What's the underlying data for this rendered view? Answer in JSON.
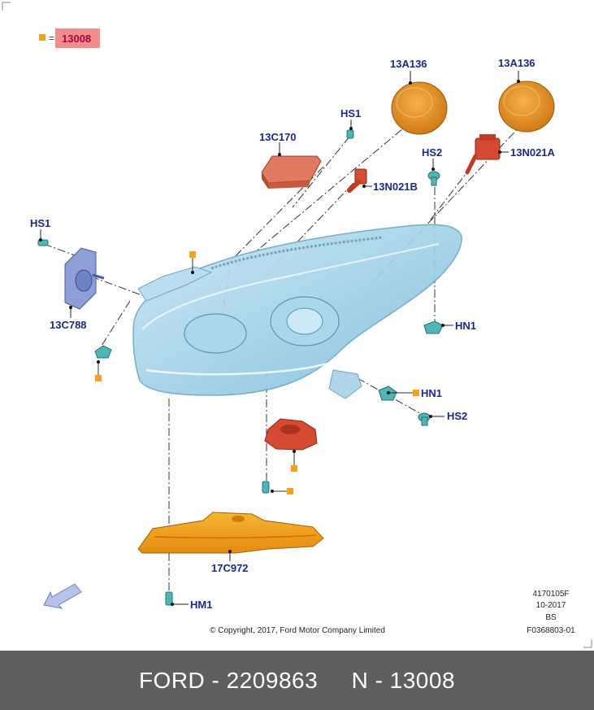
{
  "legend": {
    "equals": "=",
    "value": "13008"
  },
  "callouts": {
    "hs1_top": "HS1",
    "c13c170": "13C170",
    "a136_left": "13A136",
    "a136_right": "13A136",
    "hs2_top": "HS2",
    "n021a": "13N021A",
    "n021b": "13N021B",
    "hs1_left": "HS1",
    "c13c788": "13C788",
    "hn1_right": "HN1",
    "hn1_lower": "HN1",
    "hs2_lower": "HS2",
    "c17c972": "17C972",
    "hm1": "HM1"
  },
  "info": {
    "line1": "4170105F",
    "line2": "10-2017",
    "line3": "BS",
    "line4": "F0368803-01",
    "copyright": "© Copyright, 2017, Ford Motor Company Limited"
  },
  "footer": {
    "brand": "FORD",
    "part_number": "2209863",
    "n_number": "N - 13008",
    "text": "FORD - 2209863     N - 13008"
  },
  "colors": {
    "callout_text": "#1a2a8c",
    "marker": "#f5a21a",
    "legend_box": "#f08d8d",
    "legend_text": "#b3003f",
    "lamp": "#9fd1ea",
    "cap": "#e7962a",
    "red_part": "#d64a33",
    "cover": "#f0a11d",
    "fastener": "#4fb6b8",
    "footer_bg": "#5f5f5f"
  }
}
